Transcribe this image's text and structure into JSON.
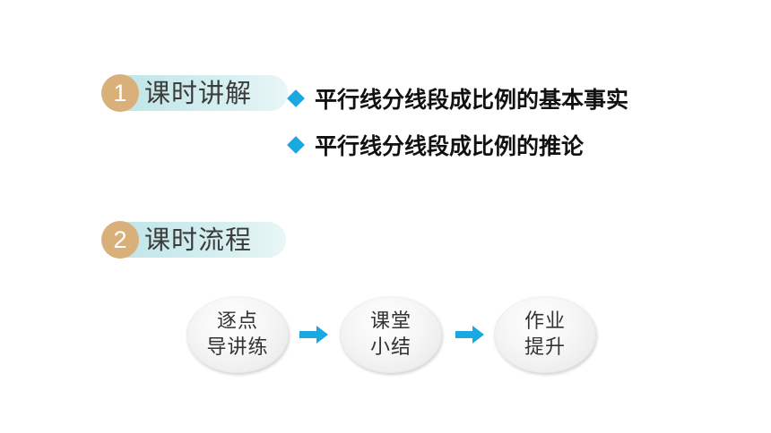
{
  "section1": {
    "number": "1",
    "title": "课时讲解",
    "bullets": [
      "平行线分线段成比例的基本事实",
      "平行线分线段成比例的推论"
    ]
  },
  "section2": {
    "number": "2",
    "title": "课时流程"
  },
  "flow": [
    {
      "line1": "逐点",
      "line2": "导讲练"
    },
    {
      "line1": "课堂",
      "line2": "小结"
    },
    {
      "line1": "作业",
      "line2": "提升"
    }
  ],
  "colors": {
    "badge": "#d9b07a",
    "pill": "#bfe5e8",
    "bullet": "#1aa8e0",
    "arrow": "#1aa8e0"
  }
}
